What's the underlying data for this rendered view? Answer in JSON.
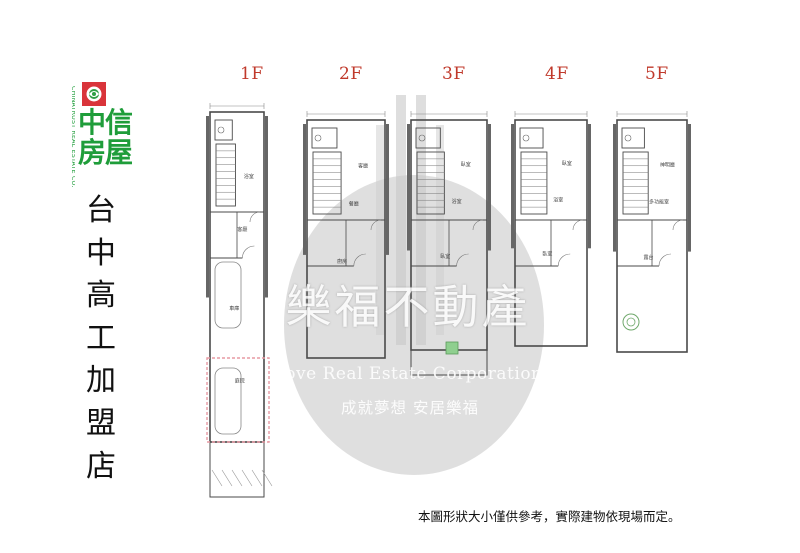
{
  "brand": {
    "name_line1": "中信",
    "name_line2": "房屋",
    "side_text": "CHINATRUST REAL ESTATE CO.",
    "brand_color": "#1f9d3a",
    "logo_color": "#d9343a"
  },
  "branch_name": [
    "台",
    "中",
    "高",
    "工",
    "加",
    "盟",
    "店"
  ],
  "floors": [
    {
      "label": "1F",
      "rooms": [
        "浴室",
        "客廳",
        "車庫",
        "庭院"
      ]
    },
    {
      "label": "2F",
      "rooms": [
        "客廳",
        "餐廳",
        "廚房"
      ]
    },
    {
      "label": "3F",
      "rooms": [
        "臥室",
        "浴室",
        "臥室"
      ]
    },
    {
      "label": "4F",
      "rooms": [
        "臥室",
        "浴室",
        "臥室"
      ]
    },
    {
      "label": "5F",
      "rooms": [
        "神明廳",
        "多功能室",
        "露台"
      ]
    }
  ],
  "floor_label_color": "#c0392b",
  "watermark": {
    "chinese": "樂福不動產",
    "english": "Love Real Estate Corporation",
    "slogan": "成就夢想 安居樂福",
    "color": "#cfcfcf"
  },
  "disclaimer": "本圖形狀大小僅供參考，實際建物依現場而定。"
}
